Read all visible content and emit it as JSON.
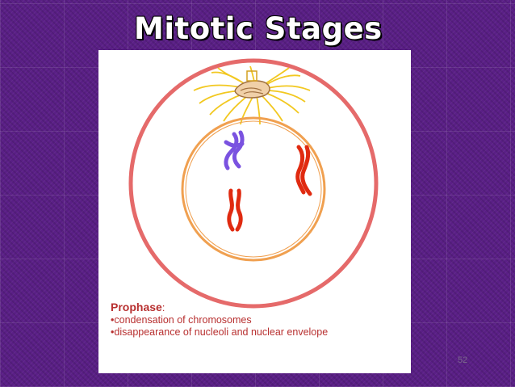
{
  "slide": {
    "title": "Mitotic Stages",
    "number": "52"
  },
  "figure": {
    "caption_heading": "Prophase",
    "caption_colon": ":",
    "bullets": [
      "condensation of chromosomes",
      "disappearance of nucleoli and nuclear envelope"
    ]
  },
  "colors": {
    "background": "#5a1f86",
    "cell_membrane": "#e56a6a",
    "nuclear_envelope": "#f0a050",
    "spindle": "#f2c820",
    "chromosome_purple": "#7a52e0",
    "chromosome_red": "#e02a10",
    "caption_text": "#b83030"
  }
}
